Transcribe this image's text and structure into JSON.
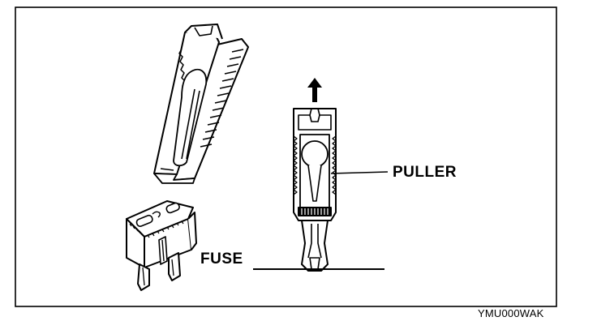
{
  "labels": {
    "puller": "PULLER",
    "fuse": "FUSE",
    "figure_code": "YMU000WAK"
  },
  "colors": {
    "ink": "#000000",
    "paper": "#ffffff"
  },
  "icons": {
    "direction": "arrow-up-icon"
  }
}
